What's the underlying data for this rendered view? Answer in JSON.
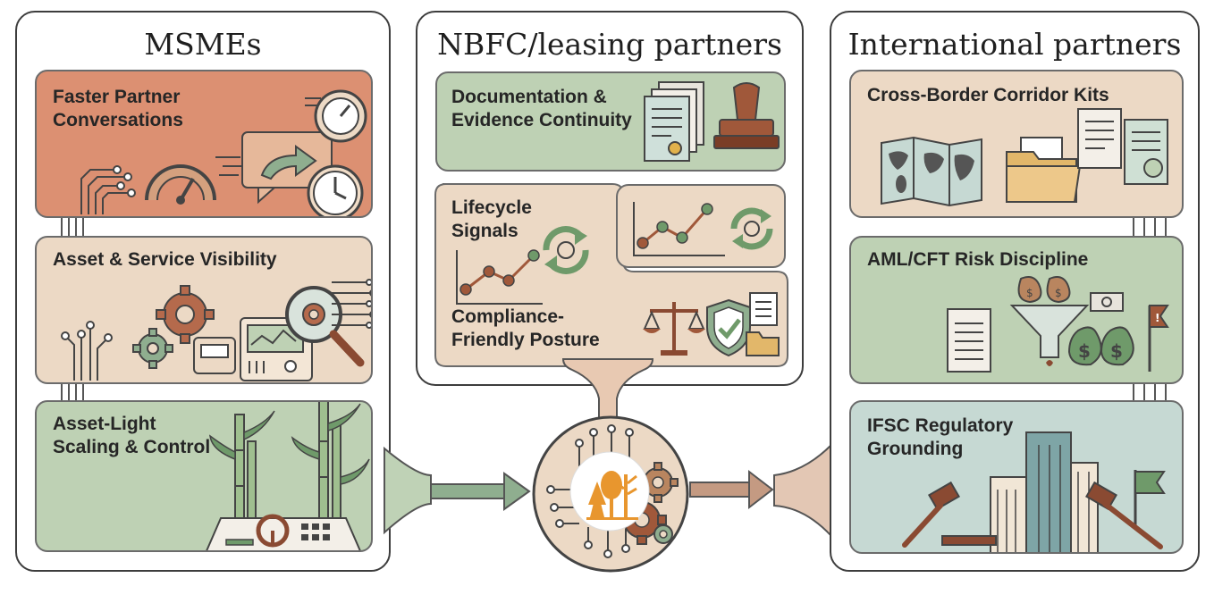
{
  "columns": {
    "msmes": {
      "title": "MSMEs",
      "cards": [
        {
          "label": "Faster Partner\nConversations"
        },
        {
          "label": "Asset & Service Visibility"
        },
        {
          "label": "Asset-Light\nScaling & Control"
        }
      ]
    },
    "nbfc": {
      "title": "NBFC/leasing partners",
      "cards": [
        {
          "label": "Documentation &\nEvidence Continuity"
        },
        {
          "label": "Lifecycle\nSignals"
        },
        {
          "label": "Compliance-\nFriendly Posture"
        }
      ]
    },
    "international": {
      "title": "International partners",
      "cards": [
        {
          "label": "Cross-Border Corridor Kits"
        },
        {
          "label": "AML/CFT Risk Discipline"
        },
        {
          "label": "IFSC Regulatory\nGrounding"
        }
      ]
    }
  },
  "colors": {
    "orange_card": "#dc9072",
    "peach_card": "#ecd9c5",
    "green_card": "#bed1b4",
    "blue_card": "#c6d9d3",
    "arrow_green": "#8fae8f",
    "arrow_brown": "#c49a82",
    "logo_orange": "#e8962e"
  },
  "icons": [
    "speedometer-icon",
    "chat-arrow-icon",
    "clock-icon",
    "gears-icon",
    "magnifier-icon",
    "monitor-device-icon",
    "bamboo-icon",
    "control-panel-icon",
    "documents-icon",
    "stamp-icon",
    "cycle-icon",
    "line-chart-icon",
    "scales-icon",
    "shield-check-icon",
    "world-map-icon",
    "folder-icon",
    "money-bag-icon",
    "funnel-icon",
    "flag-icon",
    "gavel-icon",
    "building-icon",
    "hub-circuit-icon",
    "tree-logo-icon"
  ]
}
